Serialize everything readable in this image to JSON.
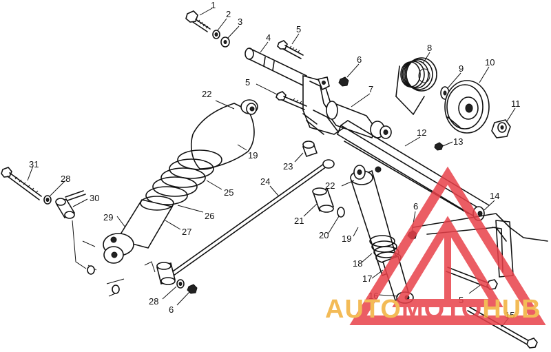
{
  "diagram": {
    "callouts": [
      {
        "id": "c1",
        "text": "1"
      },
      {
        "id": "c2",
        "text": "2"
      },
      {
        "id": "c3",
        "text": "3"
      },
      {
        "id": "c4",
        "text": "4"
      },
      {
        "id": "c5a",
        "text": "5"
      },
      {
        "id": "c5b",
        "text": "5"
      },
      {
        "id": "c5c",
        "text": "5"
      },
      {
        "id": "c6a",
        "text": "6"
      },
      {
        "id": "c6b",
        "text": "6"
      },
      {
        "id": "c6c",
        "text": "6"
      },
      {
        "id": "c7",
        "text": "7"
      },
      {
        "id": "c8",
        "text": "8"
      },
      {
        "id": "c9",
        "text": "9"
      },
      {
        "id": "c10",
        "text": "10"
      },
      {
        "id": "c11",
        "text": "11"
      },
      {
        "id": "c12",
        "text": "12"
      },
      {
        "id": "c13",
        "text": "13"
      },
      {
        "id": "c14",
        "text": "14"
      },
      {
        "id": "c15",
        "text": "15"
      },
      {
        "id": "c16",
        "text": "16"
      },
      {
        "id": "c17",
        "text": "17"
      },
      {
        "id": "c18",
        "text": "18"
      },
      {
        "id": "c19a",
        "text": "19"
      },
      {
        "id": "c19b",
        "text": "19"
      },
      {
        "id": "c20",
        "text": "20"
      },
      {
        "id": "c21",
        "text": "21"
      },
      {
        "id": "c22a",
        "text": "22"
      },
      {
        "id": "c22b",
        "text": "22"
      },
      {
        "id": "c23",
        "text": "23"
      },
      {
        "id": "c24",
        "text": "24"
      },
      {
        "id": "c25",
        "text": "25"
      },
      {
        "id": "c26",
        "text": "26"
      },
      {
        "id": "c27",
        "text": "27"
      },
      {
        "id": "c28a",
        "text": "28"
      },
      {
        "id": "c28b",
        "text": "28"
      },
      {
        "id": "c29",
        "text": "29"
      },
      {
        "id": "c30",
        "text": "30"
      },
      {
        "id": "c31",
        "text": "31"
      }
    ]
  },
  "watermark": {
    "part1": "AUTO",
    "part2": "MOTO",
    "part3": "HUB",
    "color_orange": "#f2b03a",
    "color_red": "#e8414a"
  }
}
